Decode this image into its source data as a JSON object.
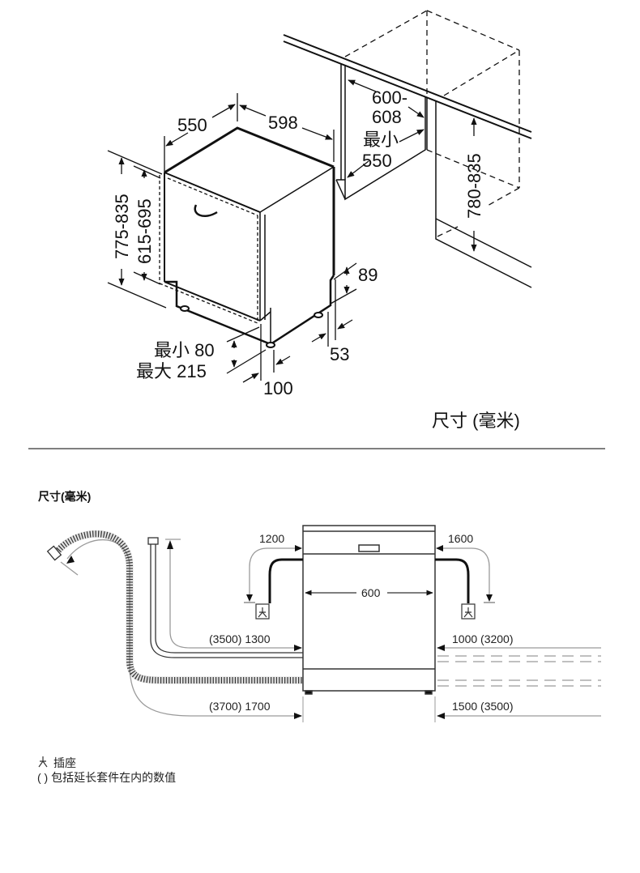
{
  "top_diagram": {
    "title": "尺寸 (毫米)",
    "dims": {
      "depth": "550",
      "width": "598",
      "height_total": "775-835",
      "height_door": "615-695",
      "niche_width_line1": "600-",
      "niche_width_line2": "608",
      "niche_depth_label": "最小",
      "niche_depth_value": "550",
      "niche_height": "780-835",
      "plinth_height_rear": "89",
      "plinth_depth_rear": "53",
      "plinth_min": "最小 80",
      "plinth_max": "最大 215",
      "plinth_depth_front": "100"
    }
  },
  "bottom_diagram": {
    "title": "尺寸(毫米)",
    "dims": {
      "left_power": "1200",
      "right_power": "1600",
      "width": "600",
      "left_inlet": "(3500) 1300",
      "left_drain": "(3700) 1700",
      "right_inlet": "1000 (3200)",
      "right_drain": "1500 (3500)"
    },
    "legend": {
      "socket_symbol": "⼈",
      "socket_label": "插座",
      "bracket_note": "( ) 包括延长套件在内的数值"
    }
  },
  "colors": {
    "line": "#111111",
    "grey_line": "#9a9a9a",
    "divider": "#555555"
  }
}
